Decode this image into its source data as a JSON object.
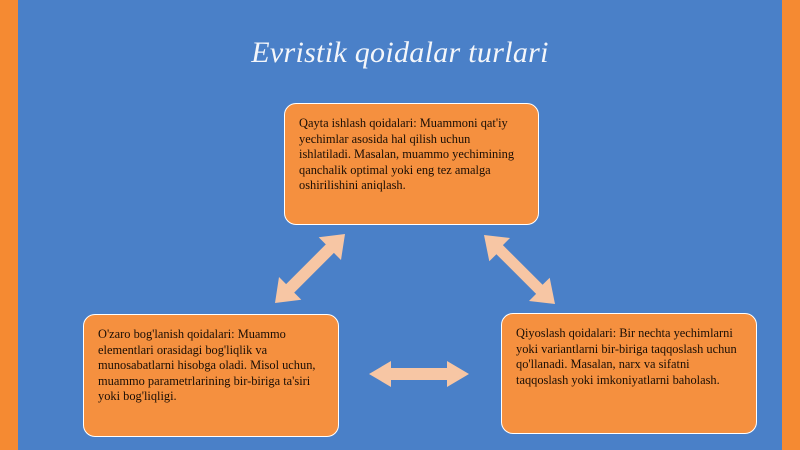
{
  "title": "Evristik qoidalar turlari",
  "boxes": {
    "top": {
      "text": "Qayta ishlash qoidalari: Muammoni qat'iy yechimlar asosida hal qilish uchun ishlatiladi. Masalan, muammo yechimining qanchalik optimal yoki eng tez amalga oshirilishini aniqlash."
    },
    "left": {
      "text": "O'zaro bog'lanish qoidalari: Muammo elementlari orasidagi bog'liqlik va munosabatlarni hisobga oladi. Misol uchun, muammo parametrlarining bir-biriga ta'siri yoki bog'liqligi."
    },
    "right": {
      "text": "Qiyoslash qoidalari: Bir nechta yechimlarni yoki variantlarni bir-biriga taqqoslash uchun qo'llanadi. Masalan, narx va sifatni taqqoslash yoki imkoniyatlarni baholash."
    }
  },
  "colors": {
    "frame": "#f58a32",
    "background": "#4a80c8",
    "box_fill": "#f5903f",
    "arrow_fill": "#f7c6a4"
  },
  "connectors": [
    {
      "from": "top",
      "to": "left",
      "type": "double-arrow"
    },
    {
      "from": "top",
      "to": "right",
      "type": "double-arrow"
    },
    {
      "from": "left",
      "to": "right",
      "type": "double-arrow"
    }
  ]
}
